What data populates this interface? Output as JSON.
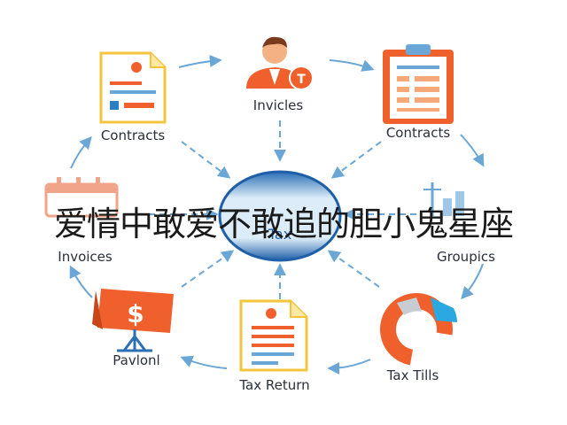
{
  "overlay_title": "爱情中敢爱不敢追的胆小鬼星座",
  "center": {
    "label": "Tax"
  },
  "nodes": {
    "top": {
      "label": "Invicles",
      "badge": "T"
    },
    "top_left": {
      "label": "Contracts"
    },
    "top_right": {
      "label": "Contracts"
    },
    "left": {
      "label": "Invoices"
    },
    "right": {
      "label": "Groupics"
    },
    "bottom_left": {
      "label": "Pavlonl",
      "badge": "$"
    },
    "bottom": {
      "label": "Tax Return"
    },
    "bottom_right": {
      "label": "Tax Tills"
    }
  },
  "colors": {
    "arrow": "#6aa6d6",
    "orange": "#f0602c",
    "blue": "#2d7fc4",
    "center_dark": "#1f5fa8",
    "center_light": "#cfe6f7"
  }
}
